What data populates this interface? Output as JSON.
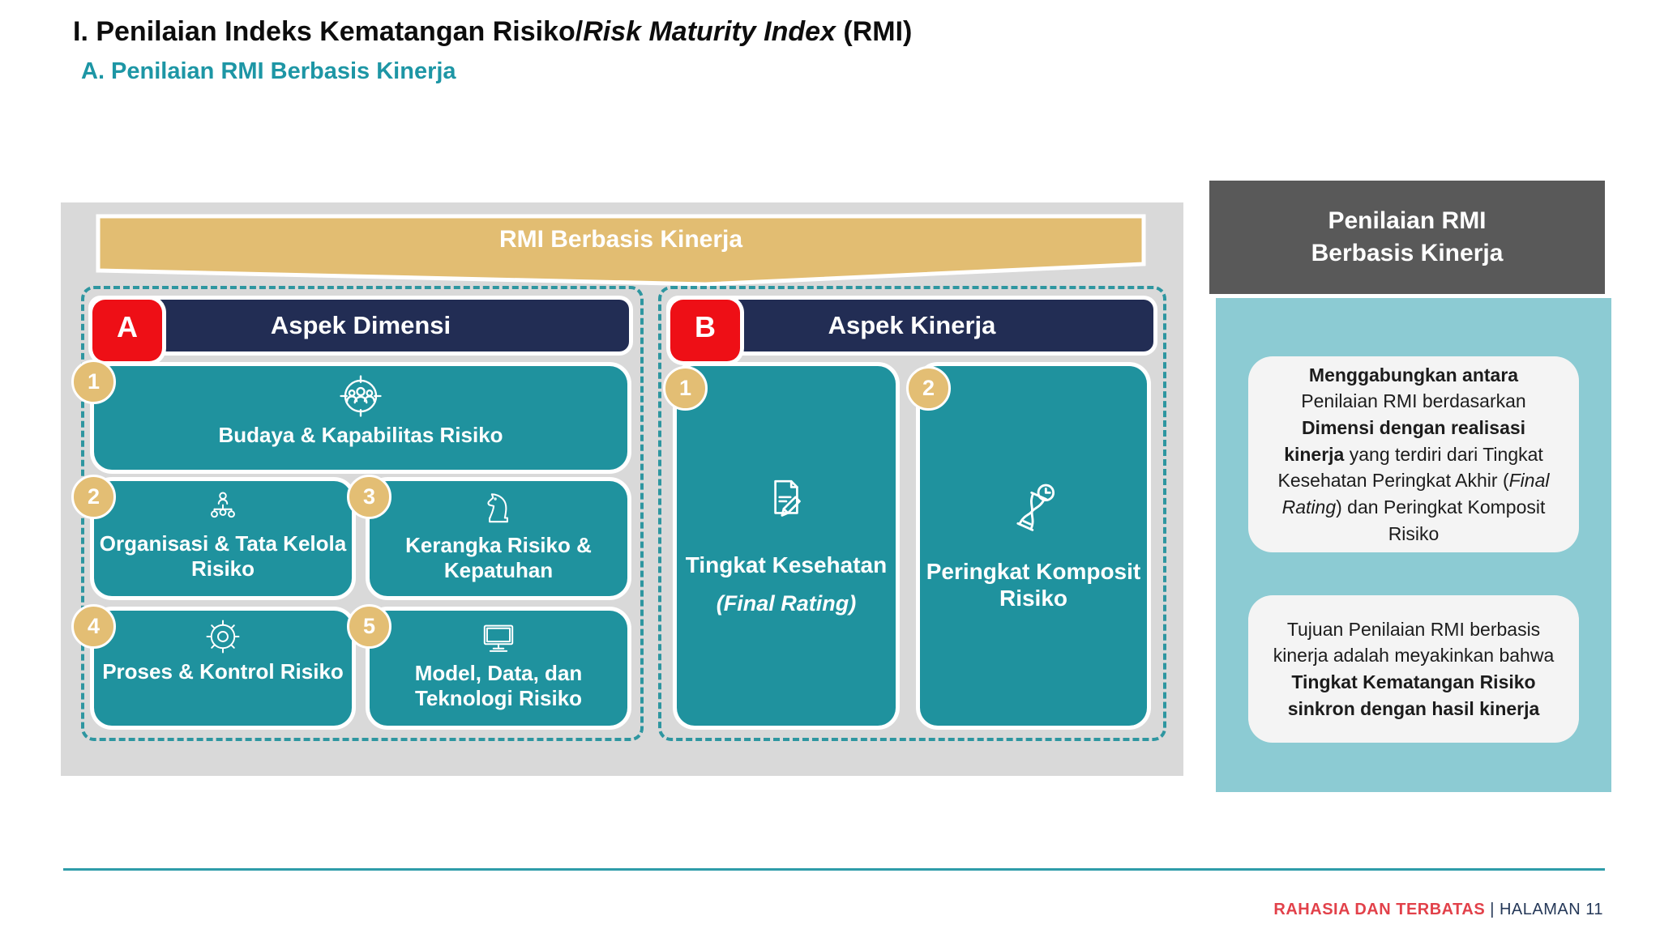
{
  "page": {
    "title_part1": "I. Penilaian Indeks Kematangan Risiko/",
    "title_part2_italic": "Risk Maturity Index",
    "title_part3": " (RMI)",
    "subtitle": "A. Penilaian RMI Berbasis Kinerja"
  },
  "diagram": {
    "banner": "RMI Berbasis Kinerja",
    "sections": {
      "dimensi": {
        "badge": "A",
        "title": "Aspek Dimensi",
        "items": [
          {
            "num": "1",
            "label": "Budaya & Kapabilitas Risiko",
            "icon": "people-target-icon"
          },
          {
            "num": "2",
            "label": "Organisasi & Tata Kelola Risiko",
            "icon": "org-chart-icon"
          },
          {
            "num": "3",
            "label": "Kerangka Risiko & Kepatuhan",
            "icon": "chess-knight-icon"
          },
          {
            "num": "4",
            "label": "Proses & Kontrol Risiko",
            "icon": "gear-icon"
          },
          {
            "num": "5",
            "label": "Model, Data, dan Teknologi Risiko",
            "icon": "monitor-icon"
          }
        ]
      },
      "kinerja": {
        "badge": "B",
        "title": "Aspek Kinerja",
        "items": [
          {
            "num": "1",
            "label": "Tingkat Kesehatan",
            "sublabel_italic": "(Final Rating)",
            "icon": "document-pencil-icon"
          },
          {
            "num": "2",
            "label": "Peringkat Komposit Risiko",
            "icon": "hourglass-clock-icon"
          }
        ]
      }
    }
  },
  "sidebar": {
    "header_line1": "Penilaian RMI",
    "header_line2": "Berbasis Kinerja",
    "note1": {
      "seg1_bold": "Menggabungkan antara",
      "seg2": " Penilaian RMI berdasarkan ",
      "seg3_bold": "Dimensi dengan realisasi kinerja",
      "seg4": " yang terdiri dari Tingkat Kesehatan Peringkat Akhir (",
      "seg5_italic": "Final Rating",
      "seg6": ") dan Peringkat Komposit Risiko"
    },
    "note2": {
      "seg1": "Tujuan Penilaian RMI berbasis kinerja adalah meyakinkan bahwa ",
      "seg2_bold": "Tingkat Kematangan Risiko sinkron dengan hasil kinerja"
    }
  },
  "footer": {
    "confidential": "RAHASIA DAN TERBATAS",
    "separator": "|",
    "page": "HALAMAN 11"
  },
  "colors": {
    "teal_box": "#1F929E",
    "teal_dash": "#2E96A0",
    "navy_header": "#222D54",
    "red_badge": "#EE0F16",
    "gold_banner": "#E2BD72",
    "gold_circle": "#E3BE74",
    "panel_gray": "#D9D9D9",
    "sidebar_gray": "#595959",
    "sidebar_teal": "#8CCBD3",
    "note_bg": "#F4F4F4",
    "subtitle_teal": "#1D96A5",
    "footer_red": "#E2414A",
    "footer_navy": "#253858"
  }
}
